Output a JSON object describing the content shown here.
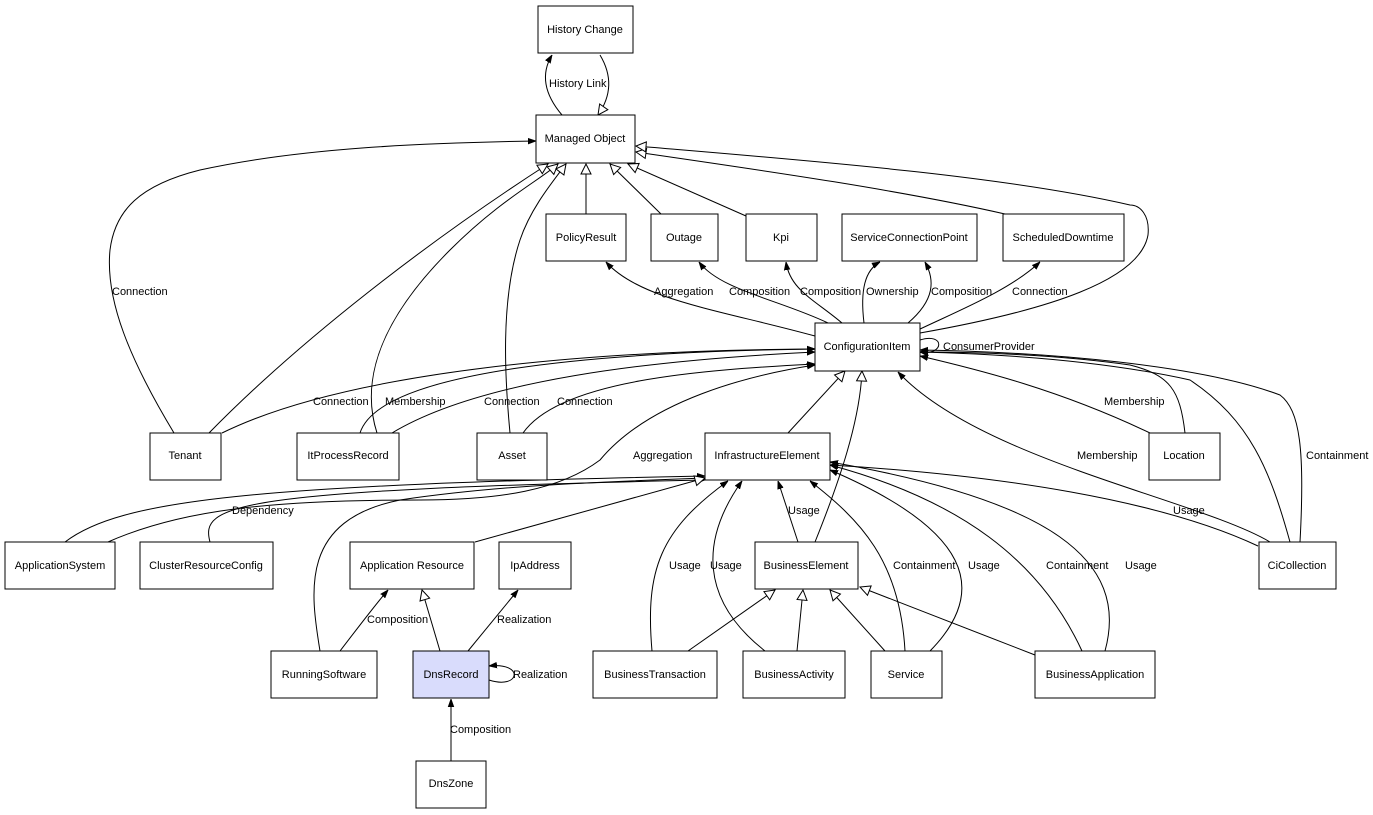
{
  "colors": {
    "stroke": "#000000",
    "background": "#ffffff",
    "highlight": "#d9dcfc"
  },
  "nodes": {
    "history_change": "History Change",
    "managed_object": "Managed Object",
    "policy_result": "PolicyResult",
    "outage": "Outage",
    "kpi": "Kpi",
    "service_connection_point": "ServiceConnectionPoint",
    "scheduled_downtime": "ScheduledDowntime",
    "configuration_item": "ConfigurationItem",
    "tenant": "Tenant",
    "it_process_record": "ItProcessRecord",
    "asset": "Asset",
    "infrastructure_element": "InfrastructureElement",
    "location": "Location",
    "application_system": "ApplicationSystem",
    "cluster_resource_config": "ClusterResourceConfig",
    "application_resource": "Application Resource",
    "ip_address": "IpAddress",
    "business_element": "BusinessElement",
    "ci_collection": "CiCollection",
    "running_software": "RunningSoftware",
    "dns_record": "DnsRecord",
    "business_transaction": "BusinessTransaction",
    "business_activity": "BusinessActivity",
    "service": "Service",
    "business_application": "BusinessApplication",
    "dns_zone": "DnsZone"
  },
  "edge_labels": {
    "history_link": "History Link",
    "tenant_connection": "Connection",
    "ci_policy_aggregation": "Aggregation",
    "ci_outage_composition": "Composition",
    "ci_kpi_composition": "Composition",
    "ci_scp_ownership": "Ownership",
    "ci_scp_composition": "Composition",
    "ci_downtime_connection": "Connection",
    "consumer_provider": "ConsumerProvider",
    "tenant_ci_connection": "Connection",
    "itprocess_membership": "Membership",
    "itprocess_connection": "Connection",
    "asset_connection": "Connection",
    "location_membership": "Membership",
    "cicollection_membership": "Membership",
    "cicollection_containment": "Containment",
    "appsystem_aggregation": "Aggregation",
    "cluster_dependency": "Dependency",
    "be_usage": "Usage",
    "cicollection_usage": "Usage",
    "bt_usage": "Usage",
    "ba_usage": "Usage",
    "service_containment": "Containment",
    "service_usage": "Usage",
    "bapp_containment": "Containment",
    "bapp_usage": "Usage",
    "rs_composition": "Composition",
    "dns_realization_ip": "Realization",
    "dns_self_realization": "Realization",
    "dnszone_composition": "Composition"
  }
}
